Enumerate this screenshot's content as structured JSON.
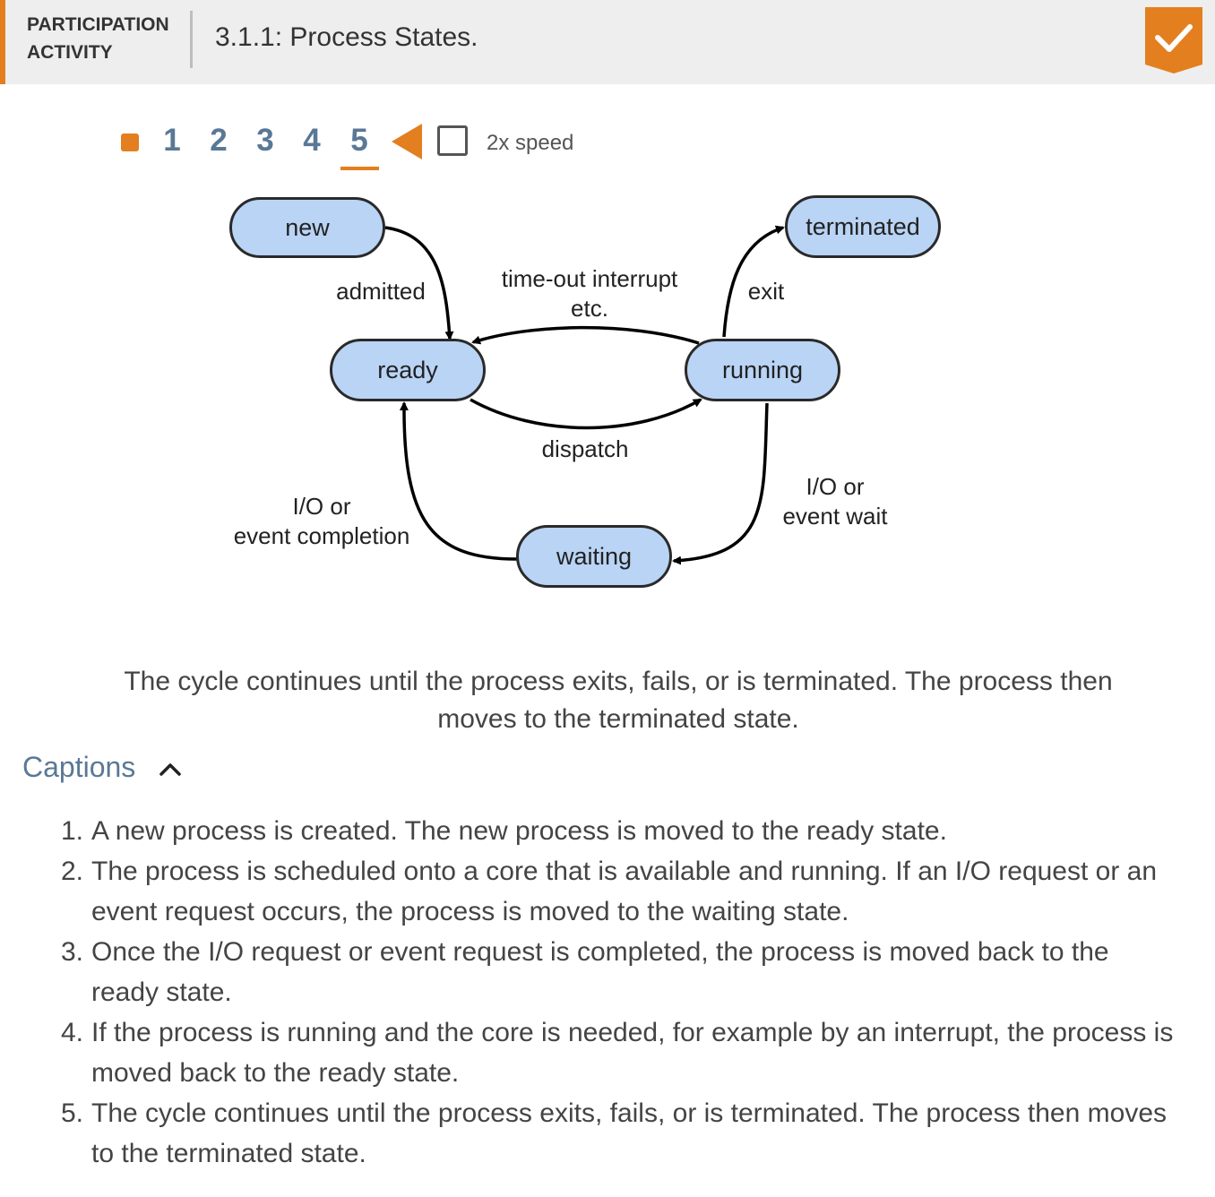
{
  "header": {
    "label": "PARTICIPATION ACTIVITY",
    "title": "3.1.1: Process States.",
    "accent_color": "#e37f1f",
    "check_icon": "checkmark-icon"
  },
  "stepper": {
    "steps": [
      "1",
      "2",
      "3",
      "4",
      "5"
    ],
    "current_step": "5",
    "speed_label": "2x speed"
  },
  "diagram": {
    "nodes": {
      "new": "new",
      "terminated": "terminated",
      "ready": "ready",
      "running": "running",
      "waiting": "waiting"
    },
    "edges": {
      "admitted": "admitted",
      "timeout_line1": "time-out interrupt",
      "timeout_line2": "etc.",
      "exit": "exit",
      "dispatch": "dispatch",
      "io_completion_line1": "I/O or",
      "io_completion_line2": "event completion",
      "io_wait_line1": "I/O or",
      "io_wait_line2": "event wait"
    },
    "node_color": "#b9d4f5"
  },
  "step_caption": "The cycle continues until the process exits, fails, or is terminated. The process then moves to the terminated state.",
  "captions": {
    "toggle_label": "Captions",
    "items": [
      {
        "num": "1.",
        "text": "A new process is created. The new process is moved to the ready state."
      },
      {
        "num": "2.",
        "text": "The process is scheduled onto a core that is available and running. If an I/O request or an event request occurs, the process is moved to the waiting state."
      },
      {
        "num": "3.",
        "text": "Once the I/O request or event request is completed, the process is moved back to the ready state."
      },
      {
        "num": "4.",
        "text": "If the process is running and the core is needed, for example by an interrupt, the process is moved back to the ready state."
      },
      {
        "num": "5.",
        "text": "The cycle continues until the process exits, fails, or is terminated. The process then moves to the terminated state."
      }
    ]
  }
}
